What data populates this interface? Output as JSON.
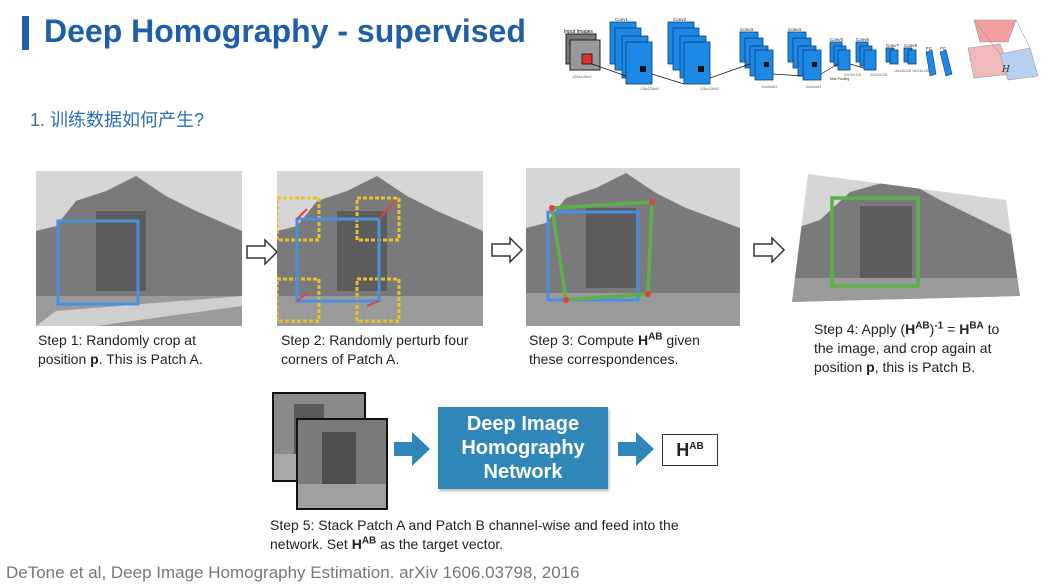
{
  "header": {
    "title": "Deep Homography - supervised",
    "subtitle": "1. 训练数据如何产生?"
  },
  "diagram": {
    "input_label": "Input Images",
    "input_size": "128x128x2",
    "conv_labels": [
      "Conv1",
      "Conv2",
      "Conv3",
      "Conv4",
      "Conv5",
      "Conv6",
      "Conv7",
      "Conv8",
      "FC",
      "FC"
    ],
    "size_labels": [
      "128x128x64",
      "128x128x64",
      "64x64x64",
      "64x64x64",
      "32x32x128",
      "32x32x128",
      "16x16x128",
      "16x16x128"
    ],
    "pooling_label": "Max Pooling",
    "h_label": "H"
  },
  "steps": {
    "step1": {
      "a": "Step 1: Randomly crop at",
      "b": "position ",
      "p": "p",
      "c": ". This is Patch A."
    },
    "step2": {
      "a": "Step 2: Randomly perturb four",
      "b": "corners of Patch A."
    },
    "step3": {
      "a": "Step 3: Compute ",
      "h": "H",
      "sup": "AB",
      "b": " given",
      "c": "these correspondences."
    },
    "step4": {
      "a": "Step 4: Apply (",
      "h1": "H",
      "sup1": "AB",
      "mid": ")",
      "sup2": "-1",
      "eq": " = ",
      "h2": "H",
      "sup3": "BA",
      "b": " to",
      "c": "the image, and crop again at",
      "d": "position ",
      "p": "p",
      "e": ", this is Patch B."
    },
    "step5": {
      "a": "Step 5: Stack Patch A and Patch B channel-wise and feed into the",
      "b": "network. Set ",
      "h": "H",
      "sup": "AB",
      "c": " as the target vector."
    }
  },
  "network": {
    "line1": "Deep Image",
    "line2": "Homography",
    "line3": "Network"
  },
  "output": {
    "h": "H",
    "sup": "AB"
  },
  "citation": "DeTone et al, Deep Image Homography Estimation.  arXiv 1606.03798, 2016",
  "colors": {
    "title": "#1f5fa8",
    "network_box": "#2f86b8",
    "patch_a": "#4a90e0",
    "perturb": "#e8c030",
    "patch_b": "#5cb04a",
    "corner": "#e04040"
  }
}
